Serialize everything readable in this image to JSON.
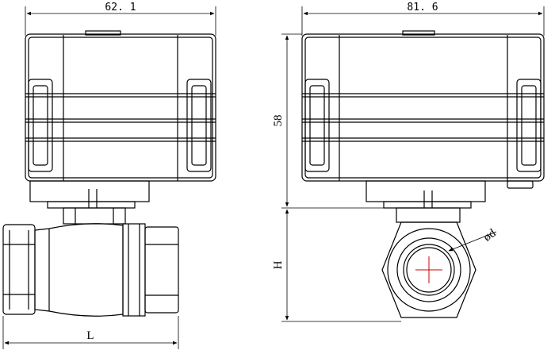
{
  "dimensions": {
    "front_width": "62. 1",
    "side_width": "81. 6",
    "actuator_height": "58",
    "overall_height": "H",
    "body_length": "L",
    "port_diameter": "ød"
  },
  "colors": {
    "line": "#000000",
    "axis": "#d00000"
  }
}
